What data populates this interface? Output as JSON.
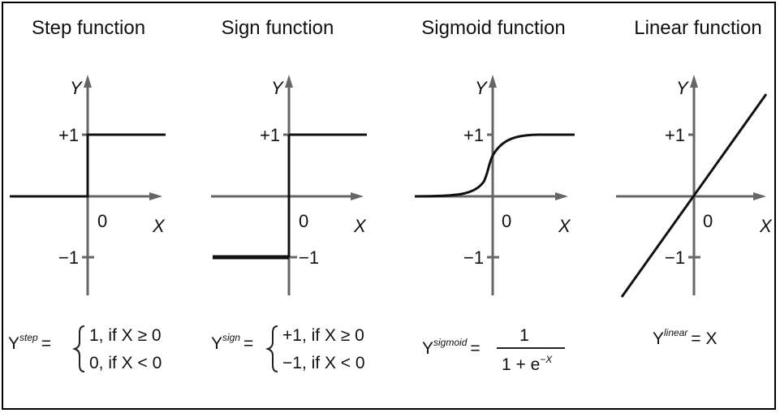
{
  "panels": [
    {
      "id": "step",
      "title": "Step function",
      "y_axis": "Y",
      "x_axis": "X",
      "origin": "0",
      "plus_one": "+1",
      "minus_one": "−1",
      "equation": {
        "lhs": "Y",
        "sup": "step",
        "eq": "=",
        "cases": [
          "1, if X ≥ 0",
          "0, if X < 0"
        ]
      }
    },
    {
      "id": "sign",
      "title": "Sign function",
      "y_axis": "Y",
      "x_axis": "X",
      "origin": "0",
      "plus_one": "+1",
      "minus_one": "−1",
      "minus_one_right": "−1",
      "equation": {
        "lhs": "Y",
        "sup": "sign",
        "eq": "=",
        "cases": [
          "+1, if X ≥ 0",
          "−1, if X < 0"
        ]
      }
    },
    {
      "id": "sigmoid",
      "title": "Sigmoid function",
      "y_axis": "Y",
      "x_axis": "X",
      "origin": "0",
      "plus_one": "+1",
      "minus_one": "−1",
      "equation": {
        "lhs": "Y",
        "sup": "sigmoid",
        "eq": "=",
        "numerator": "1",
        "denominator": "1 + e",
        "denominator_sup": "−X"
      }
    },
    {
      "id": "linear",
      "title": "Linear function",
      "y_axis": "Y",
      "x_axis": "X",
      "origin": "0",
      "plus_one": "+1",
      "minus_one": "−1",
      "equation": {
        "lhs": "Y",
        "sup": "linear",
        "eq": "= X"
      }
    }
  ],
  "colors": {
    "axis": "#666666",
    "curve": "#111111",
    "border": "#000000",
    "background": "#ffffff"
  }
}
